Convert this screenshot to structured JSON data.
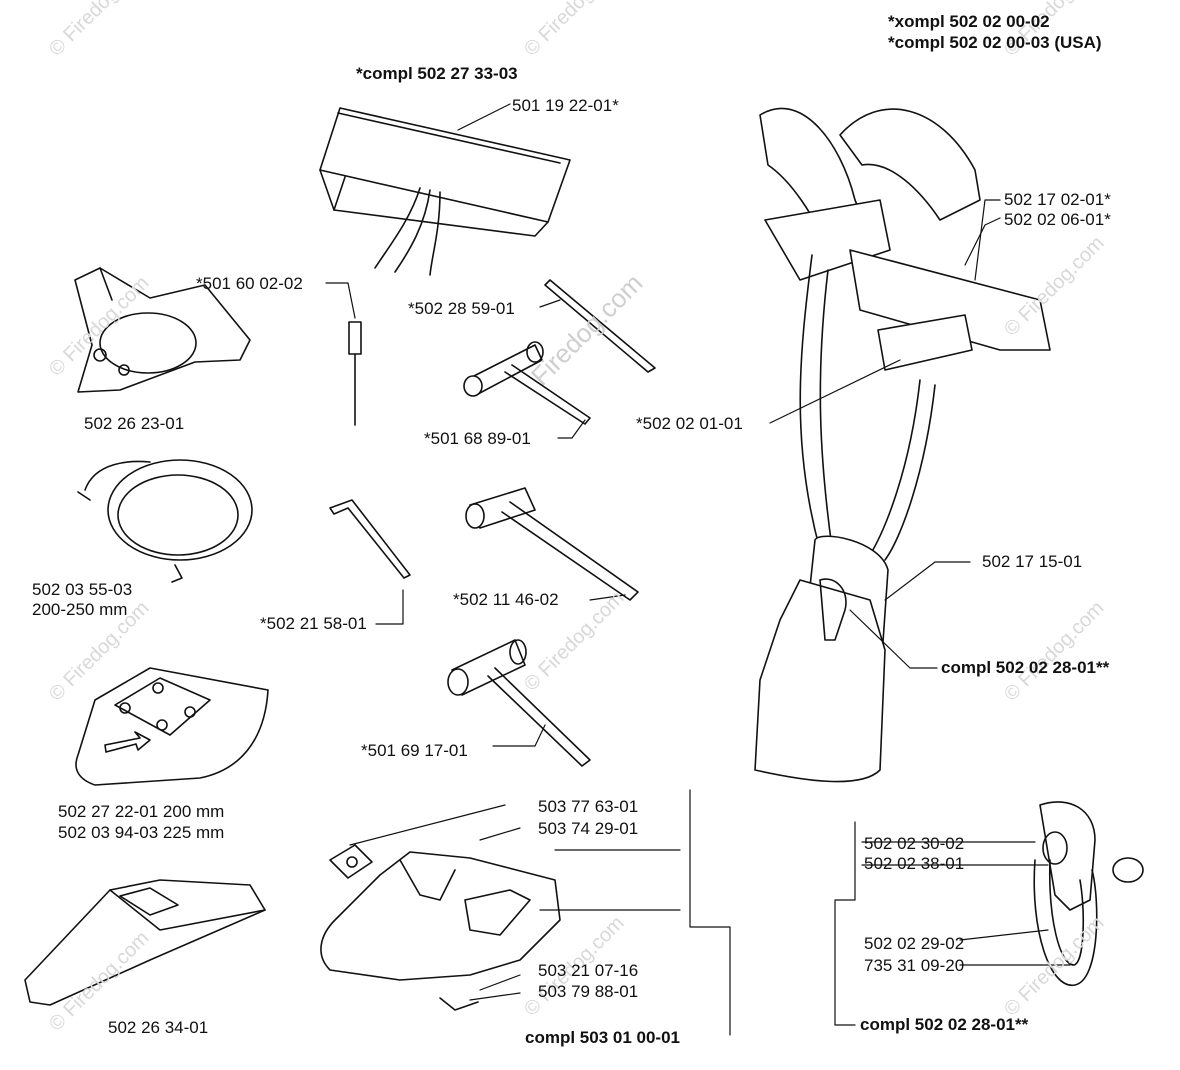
{
  "headers": {
    "kit_top": "*compl 502 27 33-03",
    "harness_line1": "*xompl 502 02 00-02",
    "harness_line2": "*compl 502 02 00-03 (USA)"
  },
  "parts": {
    "tool_bag": "501 19 22-01*",
    "rivet": "*501 60 02-02",
    "screwdriver": "*502 28 59-01",
    "combi_wrench_small": "*501 68 89-01",
    "blade_guard_top": "502 26 23-01",
    "line_guard": "502 03 55-03",
    "line_guard_size": "200-250 mm",
    "hex_key": "*502 21 58-01",
    "combi_wrench_mid": "*502 11 46-02",
    "combi_wrench_large": "*501 69 17-01",
    "guard_200": "502 27 22-01 200 mm",
    "guard_225": "502 03 94-03 225 mm",
    "guard_shield_lower": "502 26 34-01",
    "harness_strap_a": "502 17 02-01*",
    "harness_strap_b": "502 02 06-01*",
    "harness_plate": "*502 02 01-01",
    "harness_pad": "502 17 15-01",
    "harness_hook_kit": "compl 502 02 28-01**",
    "cover_plate": "503 77 63-01",
    "cover_decal": "503 74 29-01",
    "cover_screw": "503 21 07-16",
    "cover_nut": "503 79 88-01",
    "hook_part_1": "502 02 30-02",
    "hook_part_2": "502 02 38-01",
    "hook_part_3": "502 02 29-02",
    "hook_part_4": "735 31 09-20",
    "hook_kit_bottom": "compl 502 02 28-01**",
    "cut_off_bottom": "compl 503 01 00-01"
  },
  "watermark": {
    "text": "© Firedog.com",
    "center_text": "Firedog.com"
  }
}
